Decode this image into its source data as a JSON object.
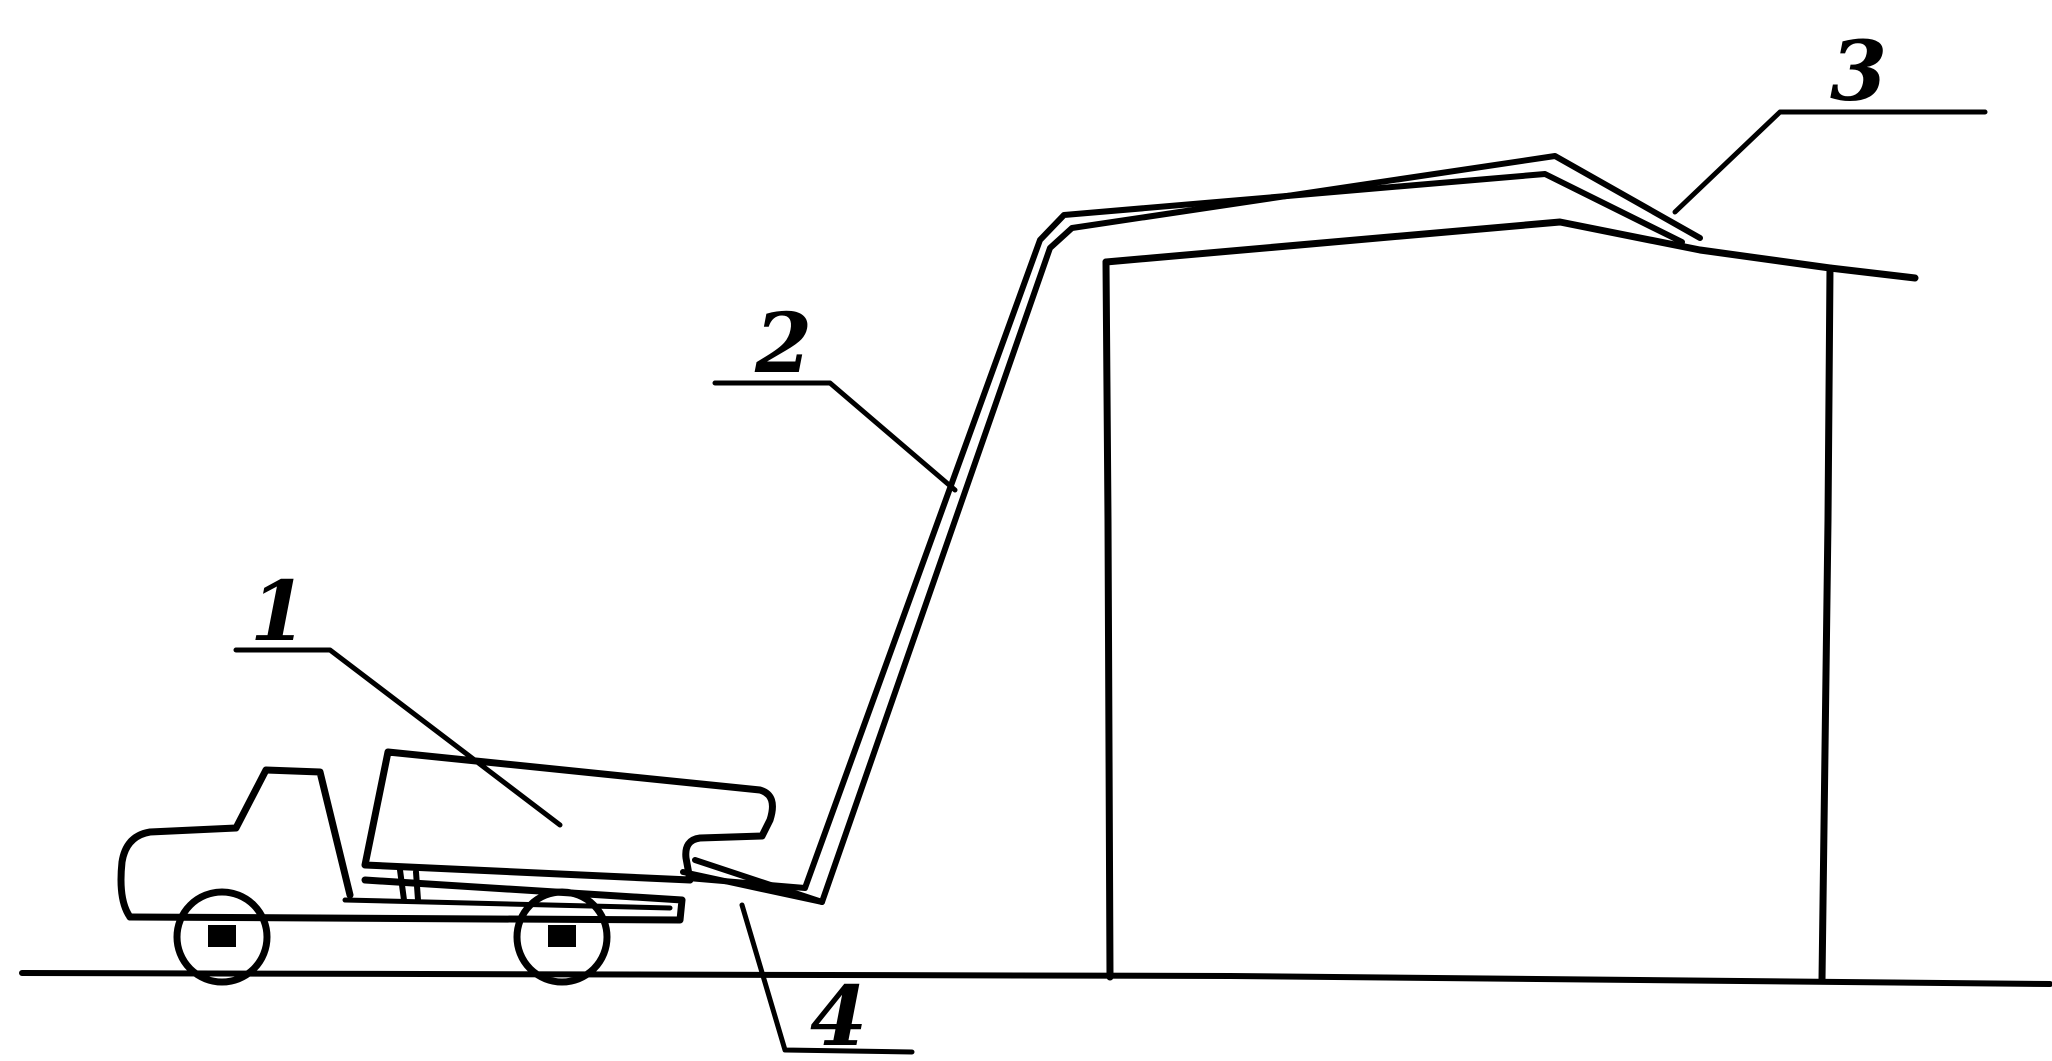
{
  "figure": {
    "colors": {
      "ink": "#000000",
      "background": "#ffffff"
    },
    "callouts": [
      {
        "id": "1",
        "text": "1"
      },
      {
        "id": "2",
        "text": "2"
      },
      {
        "id": "3",
        "text": "3"
      },
      {
        "id": "4",
        "text": "4"
      }
    ]
  }
}
